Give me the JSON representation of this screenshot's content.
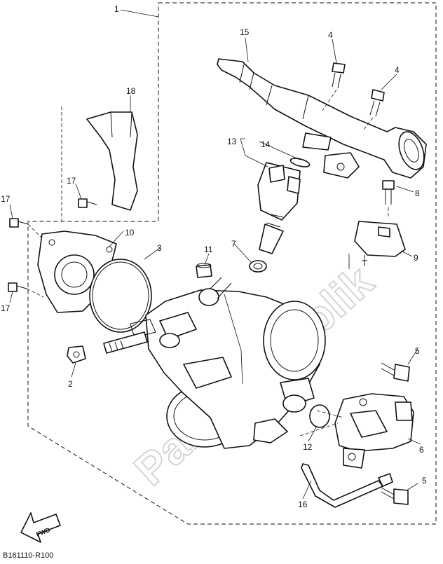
{
  "diagram": {
    "watermark": "PartsRepublik",
    "drawing_code": "B161110-R100",
    "fwd_label": "FWD",
    "callouts": [
      "1",
      "2",
      "3",
      "4",
      "4",
      "5",
      "5",
      "6",
      "7",
      "8",
      "9",
      "10",
      "11",
      "12",
      "13",
      "14",
      "15",
      "16",
      "17",
      "17",
      "17",
      "18"
    ]
  }
}
